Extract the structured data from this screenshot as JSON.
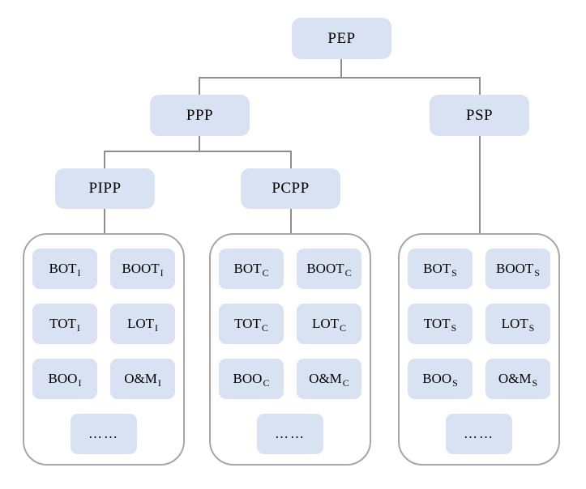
{
  "diagram": {
    "root": {
      "label": "PEP"
    },
    "level2": [
      {
        "label": "PPP"
      },
      {
        "label": "PSP"
      }
    ],
    "level3": [
      {
        "label": "PIPP"
      },
      {
        "label": "PCPP"
      }
    ],
    "groups": [
      {
        "parent": "PIPP",
        "cells": [
          {
            "label": "BOT",
            "sub": "I"
          },
          {
            "label": "BOOT",
            "sub": "I"
          },
          {
            "label": "TOT",
            "sub": "I"
          },
          {
            "label": "LOT",
            "sub": "I"
          },
          {
            "label": "BOO",
            "sub": "I"
          },
          {
            "label": "O&M",
            "sub": "I"
          },
          {
            "label": "……",
            "sub": ""
          }
        ]
      },
      {
        "parent": "PCPP",
        "cells": [
          {
            "label": "BOT",
            "sub": "C"
          },
          {
            "label": "BOOT",
            "sub": "C"
          },
          {
            "label": "TOT",
            "sub": "C"
          },
          {
            "label": "LOT",
            "sub": "C"
          },
          {
            "label": "BOO",
            "sub": "C"
          },
          {
            "label": "O&M",
            "sub": "C"
          },
          {
            "label": "……",
            "sub": ""
          }
        ]
      },
      {
        "parent": "PSP",
        "cells": [
          {
            "label": "BOT",
            "sub": "S"
          },
          {
            "label": "BOOT",
            "sub": "S"
          },
          {
            "label": "TOT",
            "sub": "S"
          },
          {
            "label": "LOT",
            "sub": "S"
          },
          {
            "label": "BOO",
            "sub": "S"
          },
          {
            "label": "O&M",
            "sub": "S"
          },
          {
            "label": "……",
            "sub": ""
          }
        ]
      }
    ],
    "colors": {
      "box_fill": "#d8e2f2",
      "line": "#8d8d8d",
      "container_border": "#a6a6a6",
      "text": "#000000"
    }
  }
}
